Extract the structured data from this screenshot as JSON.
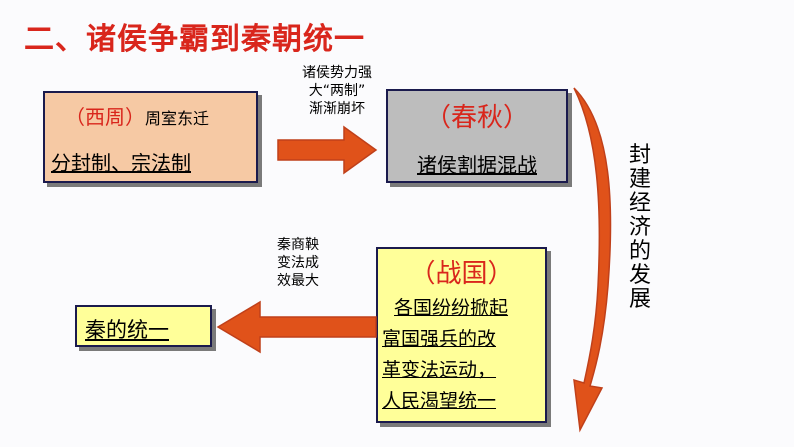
{
  "title": "二、诸侯争霸到秦朝统一",
  "boxes": {
    "xizhou": {
      "era": "（西周）",
      "desc": "周室东迁",
      "body": "分封制、宗法制"
    },
    "chunqiu": {
      "era": "（春秋）",
      "body": "诸侯割据混战"
    },
    "zhanguo": {
      "era": "（战国）",
      "lines": [
        "各国纷纷掀起",
        "富国强兵的改",
        "革变法运动，",
        "人民渴望统一"
      ]
    },
    "qin": {
      "body": "秦的统一"
    }
  },
  "notes": {
    "top": [
      "诸侯势力强",
      "大“两制”",
      "渐渐崩坏"
    ],
    "left": [
      "秦商鞅",
      "变法成",
      "效最大"
    ]
  },
  "side_label": [
    "封",
    "建",
    "经",
    "济",
    "的",
    "发",
    "展"
  ],
  "colors": {
    "accent": "#d9261c",
    "arrow": "#e0521a",
    "arrow_edge": "#c0401a"
  }
}
